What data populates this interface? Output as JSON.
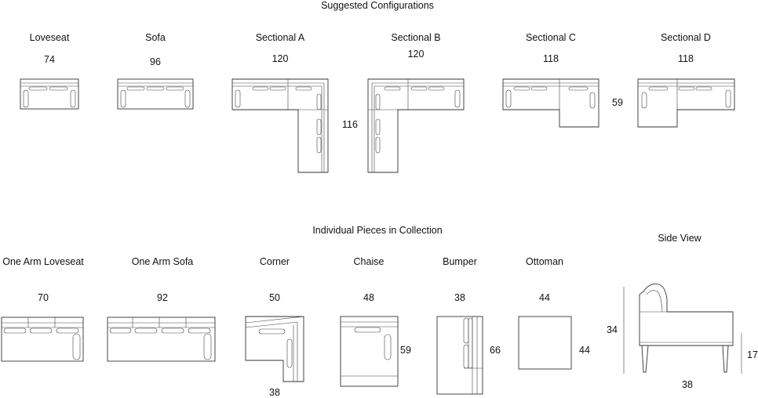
{
  "headings": {
    "suggested": "Suggested Configurations",
    "individual": "Individual Pieces in Collection",
    "side_view": "Side View"
  },
  "configurations": [
    {
      "name": "Loveseat",
      "width": "74"
    },
    {
      "name": "Sofa",
      "width": "96"
    },
    {
      "name": "Sectional A",
      "width": "120",
      "depth": "116"
    },
    {
      "name": "Sectional B",
      "width": "120"
    },
    {
      "name": "Sectional C",
      "width": "118",
      "depth": "59"
    },
    {
      "name": "Sectional D",
      "width": "118"
    }
  ],
  "pieces": [
    {
      "name": "One Arm Loveseat",
      "width": "70"
    },
    {
      "name": "One Arm Sofa",
      "width": "92"
    },
    {
      "name": "Corner",
      "width": "50",
      "bottom": "38"
    },
    {
      "name": "Chaise",
      "width": "48",
      "depth": "59"
    },
    {
      "name": "Bumper",
      "width": "38",
      "depth": "66"
    },
    {
      "name": "Ottoman",
      "width": "44",
      "depth": "44"
    }
  ],
  "side": {
    "height": "34",
    "seat_height": "17",
    "depth": "38"
  }
}
